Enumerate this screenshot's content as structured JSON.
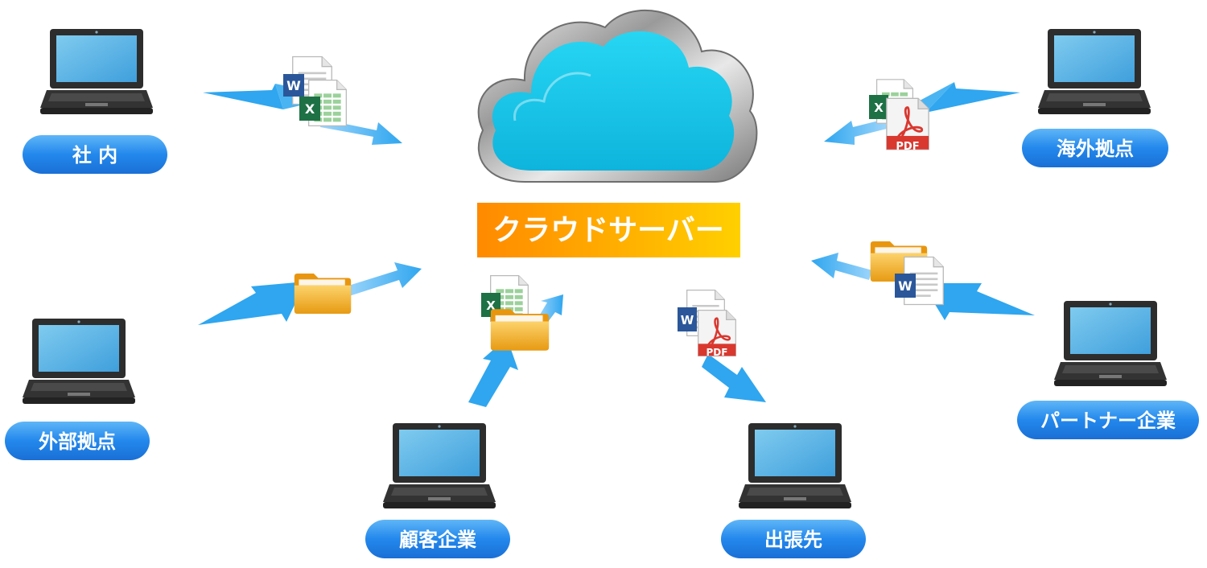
{
  "diagram": {
    "server": {
      "label": "クラウドサーバー"
    },
    "nodes": [
      {
        "id": "shanai",
        "label": "社 内"
      },
      {
        "id": "kaigai",
        "label": "海外拠点"
      },
      {
        "id": "gaibu",
        "label": "外部拠点"
      },
      {
        "id": "partner",
        "label": "パートナー企業"
      },
      {
        "id": "kokyaku",
        "label": "顧客企業"
      },
      {
        "id": "shucchou",
        "label": "出張先"
      }
    ],
    "file_icons": {
      "word_letter": "W",
      "excel_letter": "X",
      "pdf_label": "PDF"
    },
    "colors": {
      "cloud_fill": "#1ec8ea",
      "arrow_blue": "#3fb0f0",
      "label_blue": "#1e7fe0",
      "server_label_orange": "#ff8f00",
      "word_blue": "#2b579a",
      "excel_green": "#1e7145",
      "pdf_red": "#d9382f",
      "folder_orange": "#f5a623"
    }
  }
}
